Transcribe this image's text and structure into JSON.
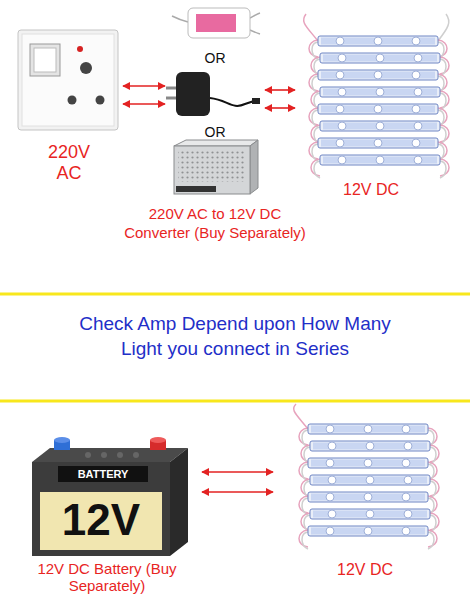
{
  "diagram": {
    "nodes": [
      {
        "text": [
          "220V AC"
        ]
      },
      {
        "text": [
          "220V AC to 12V DC Converter (Buy Separately)"
        ]
      },
      {
        "text": [
          "12V DC"
        ]
      },
      {
        "text": [
          "BATTERY",
          "12V",
          "12V DC Battery (Buy Separately)"
        ]
      },
      {
        "text": [
          "12V DC"
        ]
      }
    ],
    "edges": [
      {
        "from": 0,
        "to": 1,
        "arrow": "both"
      },
      {
        "from": 0,
        "to": 1,
        "arrow": "both"
      },
      {
        "from": 1,
        "to": 2,
        "arrow": "both"
      },
      {
        "from": 1,
        "to": 2,
        "arrow": "both"
      },
      {
        "from": 3,
        "to": 4,
        "arrow": "both"
      },
      {
        "from": 3,
        "to": 4,
        "arrow": "both"
      }
    ],
    "labels": [
      "OR",
      "OR",
      "Check Amp Depend upon How Many Light you connect in Series"
    ]
  }
}
